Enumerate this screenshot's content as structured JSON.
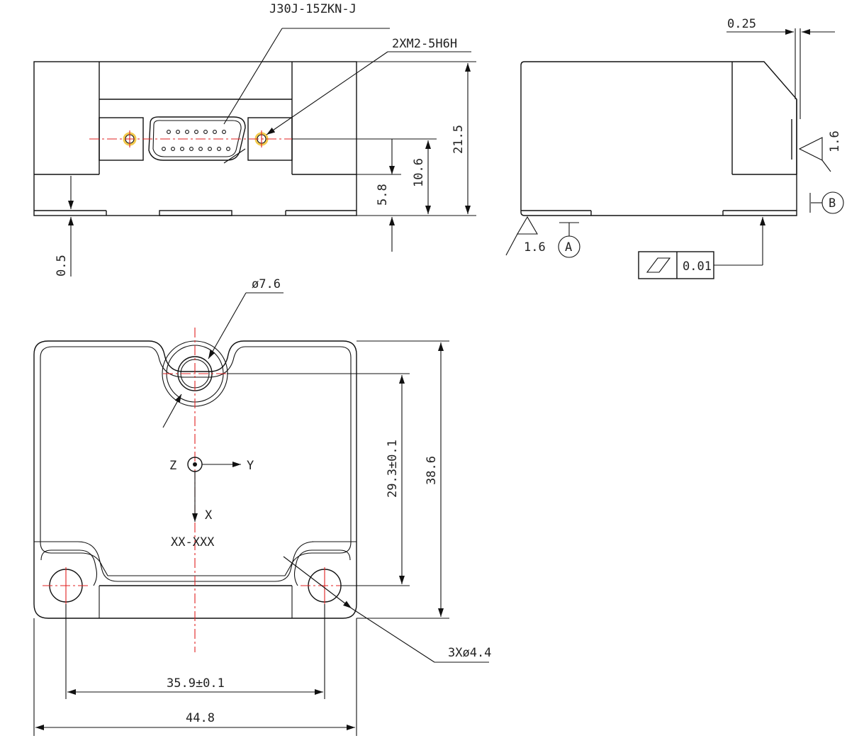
{
  "colors": {
    "outline": "#111111",
    "centerline": "#e02020",
    "text": "#222222",
    "background": "#ffffff"
  },
  "labels": {
    "connector": "J30J-15ZKN-J",
    "thread": "2XM2-5H6H",
    "dim_21_5": "21.5",
    "dim_10_6": "10.6",
    "dim_5_8": "5.8",
    "dim_0_5": "0.5",
    "dim_0_25": "0.25",
    "rough_1": "1.6",
    "rough_2": "1.6",
    "datum_a": "A",
    "datum_b": "B",
    "flatness_value": "0.01",
    "dia_7_6": "ø7.6",
    "axis_z": "Z",
    "axis_y": "Y",
    "axis_x": "X",
    "part_no": "XX-XXX",
    "dim_29_3": "29.3±0.1",
    "dim_38_6": "38.6",
    "holes": "3Xø4.4",
    "dim_35_9": "35.9±0.1",
    "dim_44_8": "44.8"
  },
  "icons": {
    "flatness": "flatness-symbol-icon",
    "roughness": "surface-roughness-icon"
  }
}
